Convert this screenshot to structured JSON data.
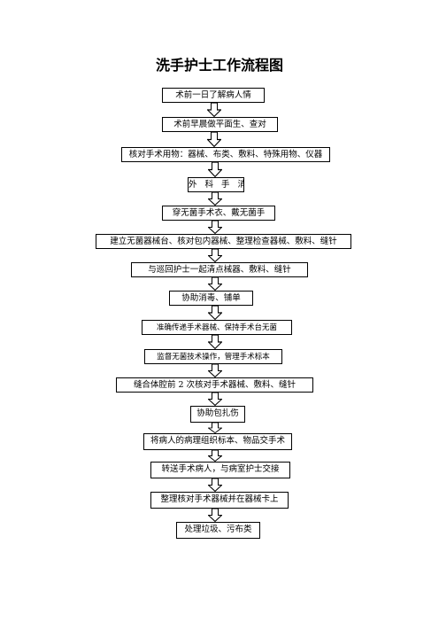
{
  "title": "洗手护士工作流程图",
  "steps": [
    "术前一日了解病人情",
    "术前早晨做平面生、查对",
    "核对手术用物：器械、布类、敷料、特殊用物、仪器",
    "外 科 手 消",
    "穿无菌手术衣、戴无菌手",
    "建立无菌器械台、核对包内器械、整理检查器械、敷料、缝针",
    "与巡回护士一起清点械器、敷料、缝针",
    "协助消毒、铺单",
    "准确传递手术器械、保持手术台无菌",
    "监督无菌技术操作，管理手术标本",
    "缝合体腔前 2 次核对手术器械、敷料、缝针",
    "协助包扎伤",
    "将病人的病理组织标本、物品交手术",
    "转送手术病人，与病室护士交接",
    "整理核对手术器械并在器械卡上",
    "处理垃圾、污布类"
  ]
}
